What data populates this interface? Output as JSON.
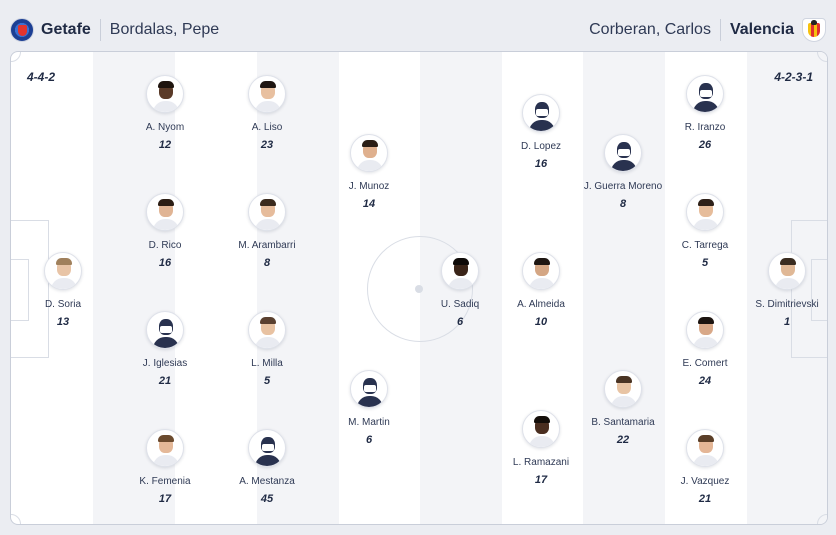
{
  "home": {
    "name": "Getafe",
    "coach": "Bordalas, Pepe",
    "formation": "4-4-2",
    "players": [
      {
        "name": "D. Soria",
        "number": "13",
        "skin": "#e8c4a6",
        "hair": "#a0805c"
      },
      {
        "name": "A. Nyom",
        "number": "12",
        "skin": "#5a3a28",
        "hair": "#1e140e"
      },
      {
        "name": "D. Rico",
        "number": "16",
        "skin": "#e0b494",
        "hair": "#2b1d14"
      },
      {
        "name": "J. Iglesias",
        "number": "21",
        "placeholder": true
      },
      {
        "name": "K. Femenia",
        "number": "17",
        "skin": "#e4b898",
        "hair": "#6b4a2e"
      },
      {
        "name": "A. Liso",
        "number": "23",
        "skin": "#e8c0a0",
        "hair": "#1e1612"
      },
      {
        "name": "M. Arambarri",
        "number": "8",
        "skin": "#e6bc9c",
        "hair": "#3a2a1e"
      },
      {
        "name": "L. Milla",
        "number": "5",
        "skin": "#e8c2a2",
        "hair": "#5a4030"
      },
      {
        "name": "A. Mestanza",
        "number": "45",
        "placeholder": true
      },
      {
        "name": "J. Munoz",
        "number": "14",
        "skin": "#dfb08e",
        "hair": "#2a1e16"
      },
      {
        "name": "M. Martin",
        "number": "6",
        "placeholder": true
      }
    ]
  },
  "away": {
    "name": "Valencia",
    "coach": "Corberan, Carlos",
    "formation": "4-2-3-1",
    "players": [
      {
        "name": "S. Dimitrievski",
        "number": "1",
        "skin": "#e0b896",
        "hair": "#3a2c20"
      },
      {
        "name": "R. Iranzo",
        "number": "26",
        "placeholder": true
      },
      {
        "name": "C. Tarrega",
        "number": "5",
        "skin": "#e6bc9a",
        "hair": "#2e2018"
      },
      {
        "name": "E. Comert",
        "number": "24",
        "skin": "#d8a888",
        "hair": "#1c1410"
      },
      {
        "name": "J. Vazquez",
        "number": "21",
        "skin": "#e4b696",
        "hair": "#5a3e28"
      },
      {
        "name": "J. Guerra Moreno",
        "number": "8",
        "placeholder": true
      },
      {
        "name": "B. Santamaria",
        "number": "22",
        "skin": "#e8c4a4",
        "hair": "#4a3424"
      },
      {
        "name": "D. Lopez",
        "number": "16",
        "placeholder": true
      },
      {
        "name": "A. Almeida",
        "number": "10",
        "skin": "#d4a684",
        "hair": "#1e1612"
      },
      {
        "name": "L. Ramazani",
        "number": "17",
        "skin": "#4a2e20",
        "hair": "#140e0a"
      },
      {
        "name": "U. Sadiq",
        "number": "6",
        "skin": "#3a2418",
        "hair": "#0e0a08"
      }
    ]
  }
}
